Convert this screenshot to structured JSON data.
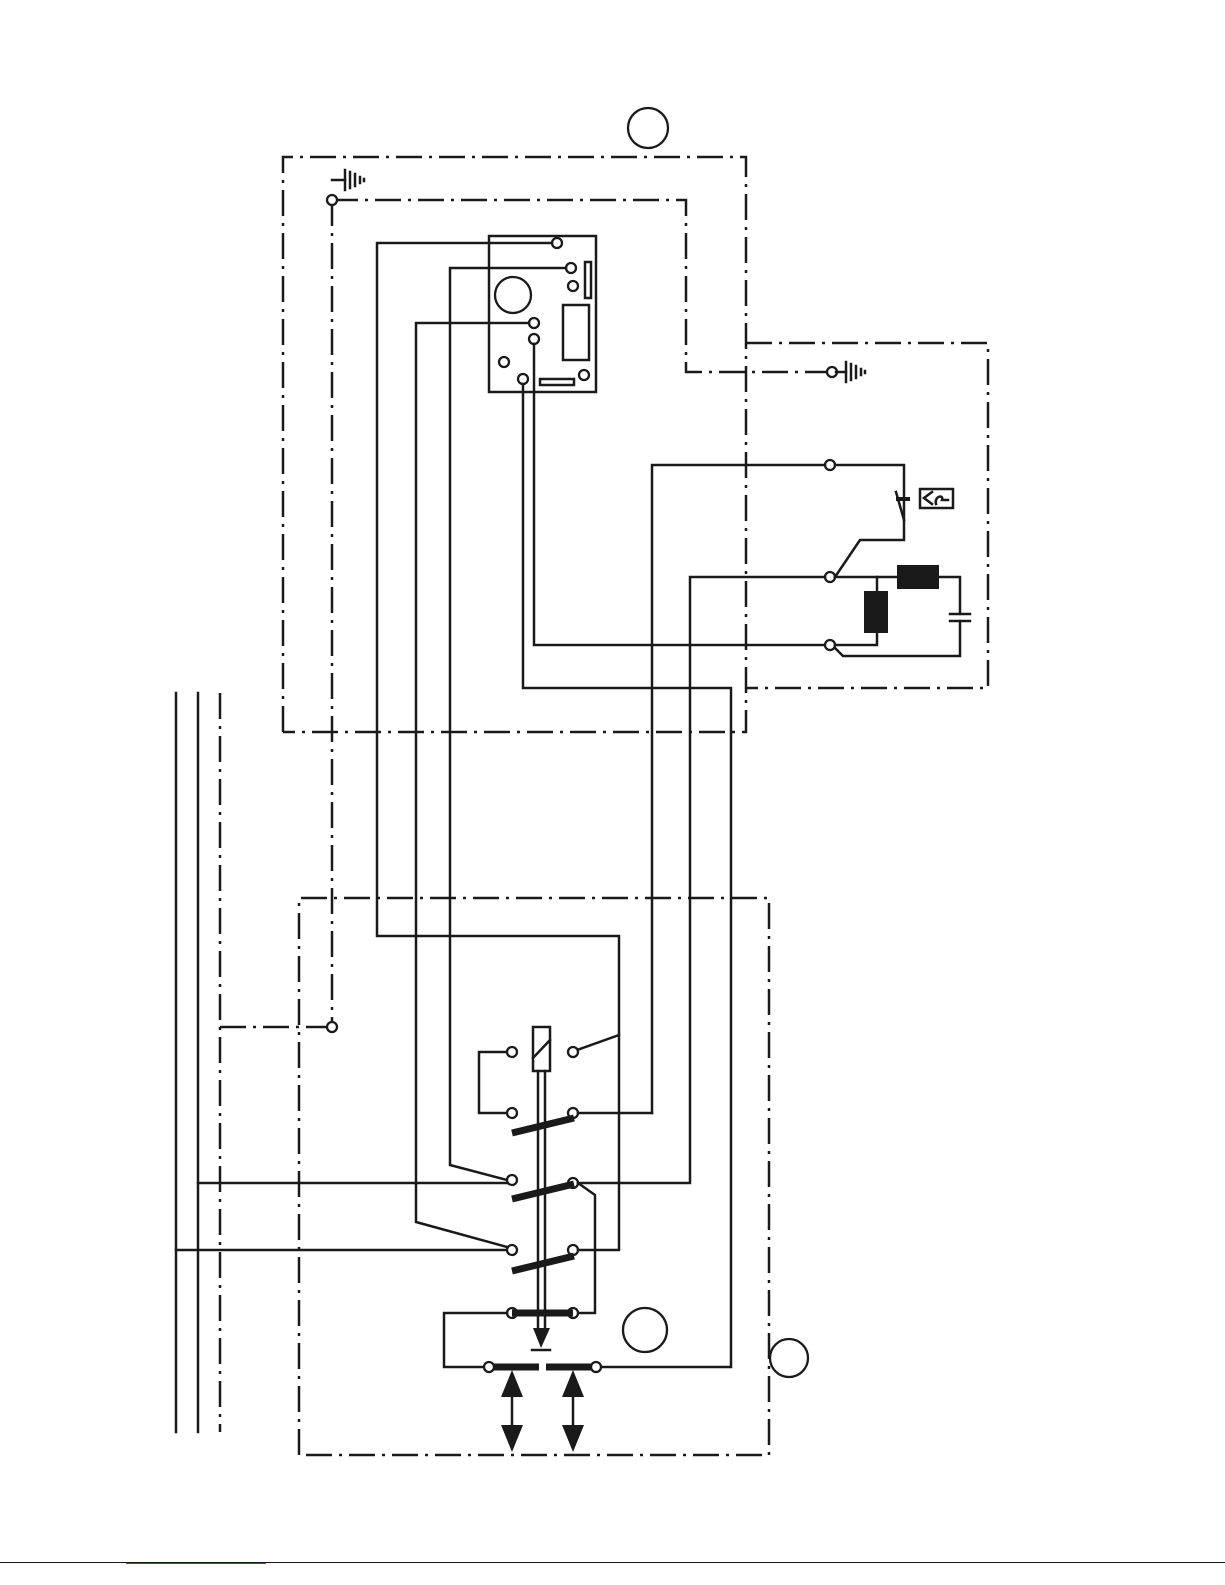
{
  "diagram": {
    "type": "electrical wiring schematic",
    "line_color": "#1a1a1a",
    "background": "#ffffff",
    "link_color": "#3b3bd6",
    "regions": [
      "control-module-enclosure",
      "motor-terminal-box",
      "contactor-enclosure"
    ],
    "icons": [
      "ground-icon",
      "thermal-protector-icon",
      "contactor-coil-icon",
      "capacitor-icon",
      "winding-icon"
    ]
  }
}
